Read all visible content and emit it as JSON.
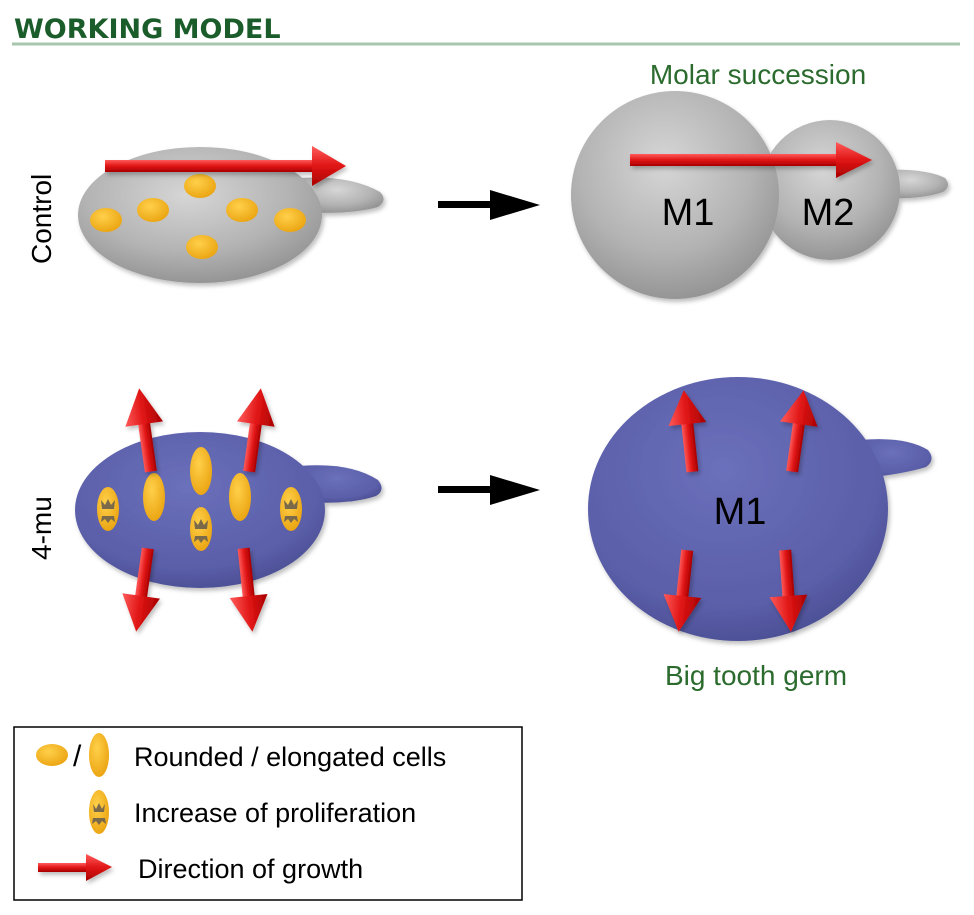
{
  "header": {
    "title": "WORKING MODEL"
  },
  "rows": {
    "control": {
      "label": "Control"
    },
    "mutant": {
      "label": "4-mu"
    }
  },
  "results": {
    "control_caption": "Molar succession",
    "control_m1": "M1",
    "control_m2": "M2",
    "mutant_caption": "Big tooth germ",
    "mutant_m1": "M1"
  },
  "legend": {
    "cells_label": "Rounded / elongated cells",
    "cells_separator": "/",
    "proliferation_label": "Increase of proliferation",
    "growth_label": "Direction of growth"
  },
  "colors": {
    "title": "#1a5c2a",
    "title_rule": "#a7c6ad",
    "caption": "#2b6b2e",
    "control_tissue": "#b5b5b5",
    "mutant_tissue": "#5d61aa",
    "cell": "#f2b01e",
    "arrow_red": "#e11a1a",
    "arrow_black": "#000000"
  }
}
